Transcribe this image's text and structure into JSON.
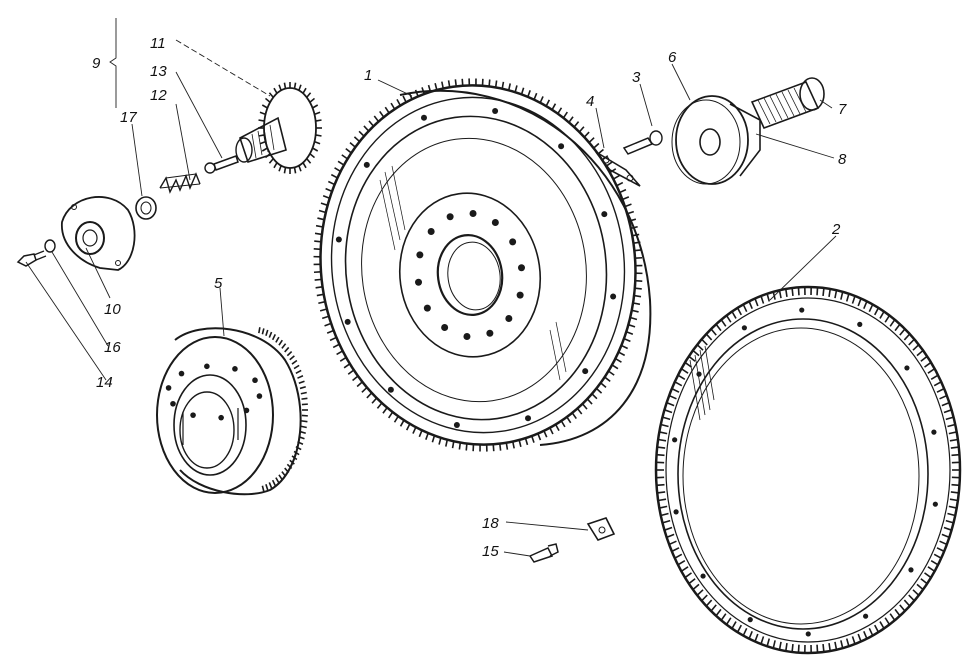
{
  "figure": {
    "callouts": [
      "1",
      "2",
      "3",
      "4",
      "5",
      "6",
      "7",
      "8",
      "9",
      "10",
      "11",
      "12",
      "13",
      "14",
      "15",
      "16",
      "17",
      "18"
    ],
    "parts": [
      {
        "id": "1",
        "name": "flywheel-with-ring-gear"
      },
      {
        "id": "2",
        "name": "ring-gear"
      },
      {
        "id": "5",
        "name": "hub"
      },
      {
        "id": "6",
        "name": "flange-plate"
      },
      {
        "id": "7",
        "name": "drive-shaft"
      },
      {
        "id": "10",
        "name": "cover"
      },
      {
        "id": "11",
        "name": "gear-shaft"
      },
      {
        "id": "12",
        "name": "spring"
      },
      {
        "id": "13",
        "name": "pin"
      },
      {
        "id": "14",
        "name": "bolt"
      },
      {
        "id": "15",
        "name": "bolt"
      },
      {
        "id": "16",
        "name": "washer"
      },
      {
        "id": "17",
        "name": "bushing"
      },
      {
        "id": "18",
        "name": "lock-plate"
      }
    ]
  },
  "colors": {
    "ink": "#1a1a1a",
    "paper": "#ffffff"
  }
}
